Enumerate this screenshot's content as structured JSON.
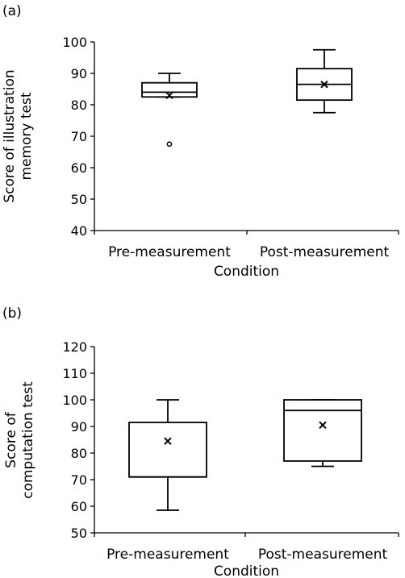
{
  "chart_data": [
    {
      "panel_label": "(a)",
      "type": "box",
      "ylabel_lines": [
        "Score of illustration",
        "memory test"
      ],
      "xlabel": "Condition",
      "ylim": [
        40,
        100
      ],
      "yticks": [
        40,
        50,
        60,
        70,
        80,
        90,
        100
      ],
      "categories": [
        "Pre-measurement",
        "Post-measurement"
      ],
      "boxes": [
        {
          "category": "Pre-measurement",
          "whisker_low": 82.5,
          "q1": 82.5,
          "median": 84,
          "q3": 87,
          "whisker_high": 90,
          "mean": 83,
          "outliers": [
            67.5
          ]
        },
        {
          "category": "Post-measurement",
          "whisker_low": 77.5,
          "q1": 81.5,
          "median": 86.5,
          "q3": 91.5,
          "whisker_high": 97.5,
          "mean": 86.5,
          "outliers": []
        }
      ]
    },
    {
      "panel_label": "(b)",
      "type": "box",
      "ylabel_lines": [
        "Score of",
        "computation test"
      ],
      "xlabel": "Condition",
      "ylim": [
        50,
        120
      ],
      "yticks": [
        50,
        60,
        70,
        80,
        90,
        100,
        110,
        120
      ],
      "categories": [
        "Pre-measurement",
        "Post-measurement"
      ],
      "boxes": [
        {
          "category": "Pre-measurement",
          "whisker_low": 58.5,
          "q1": 71,
          "median": 71,
          "q3": 91.5,
          "whisker_high": 100,
          "mean": 84.5,
          "outliers": []
        },
        {
          "category": "Post-measurement",
          "whisker_low": 75,
          "q1": 77,
          "median": 96,
          "q3": 100,
          "whisker_high": 100,
          "mean": 90.5,
          "outliers": []
        }
      ]
    }
  ]
}
